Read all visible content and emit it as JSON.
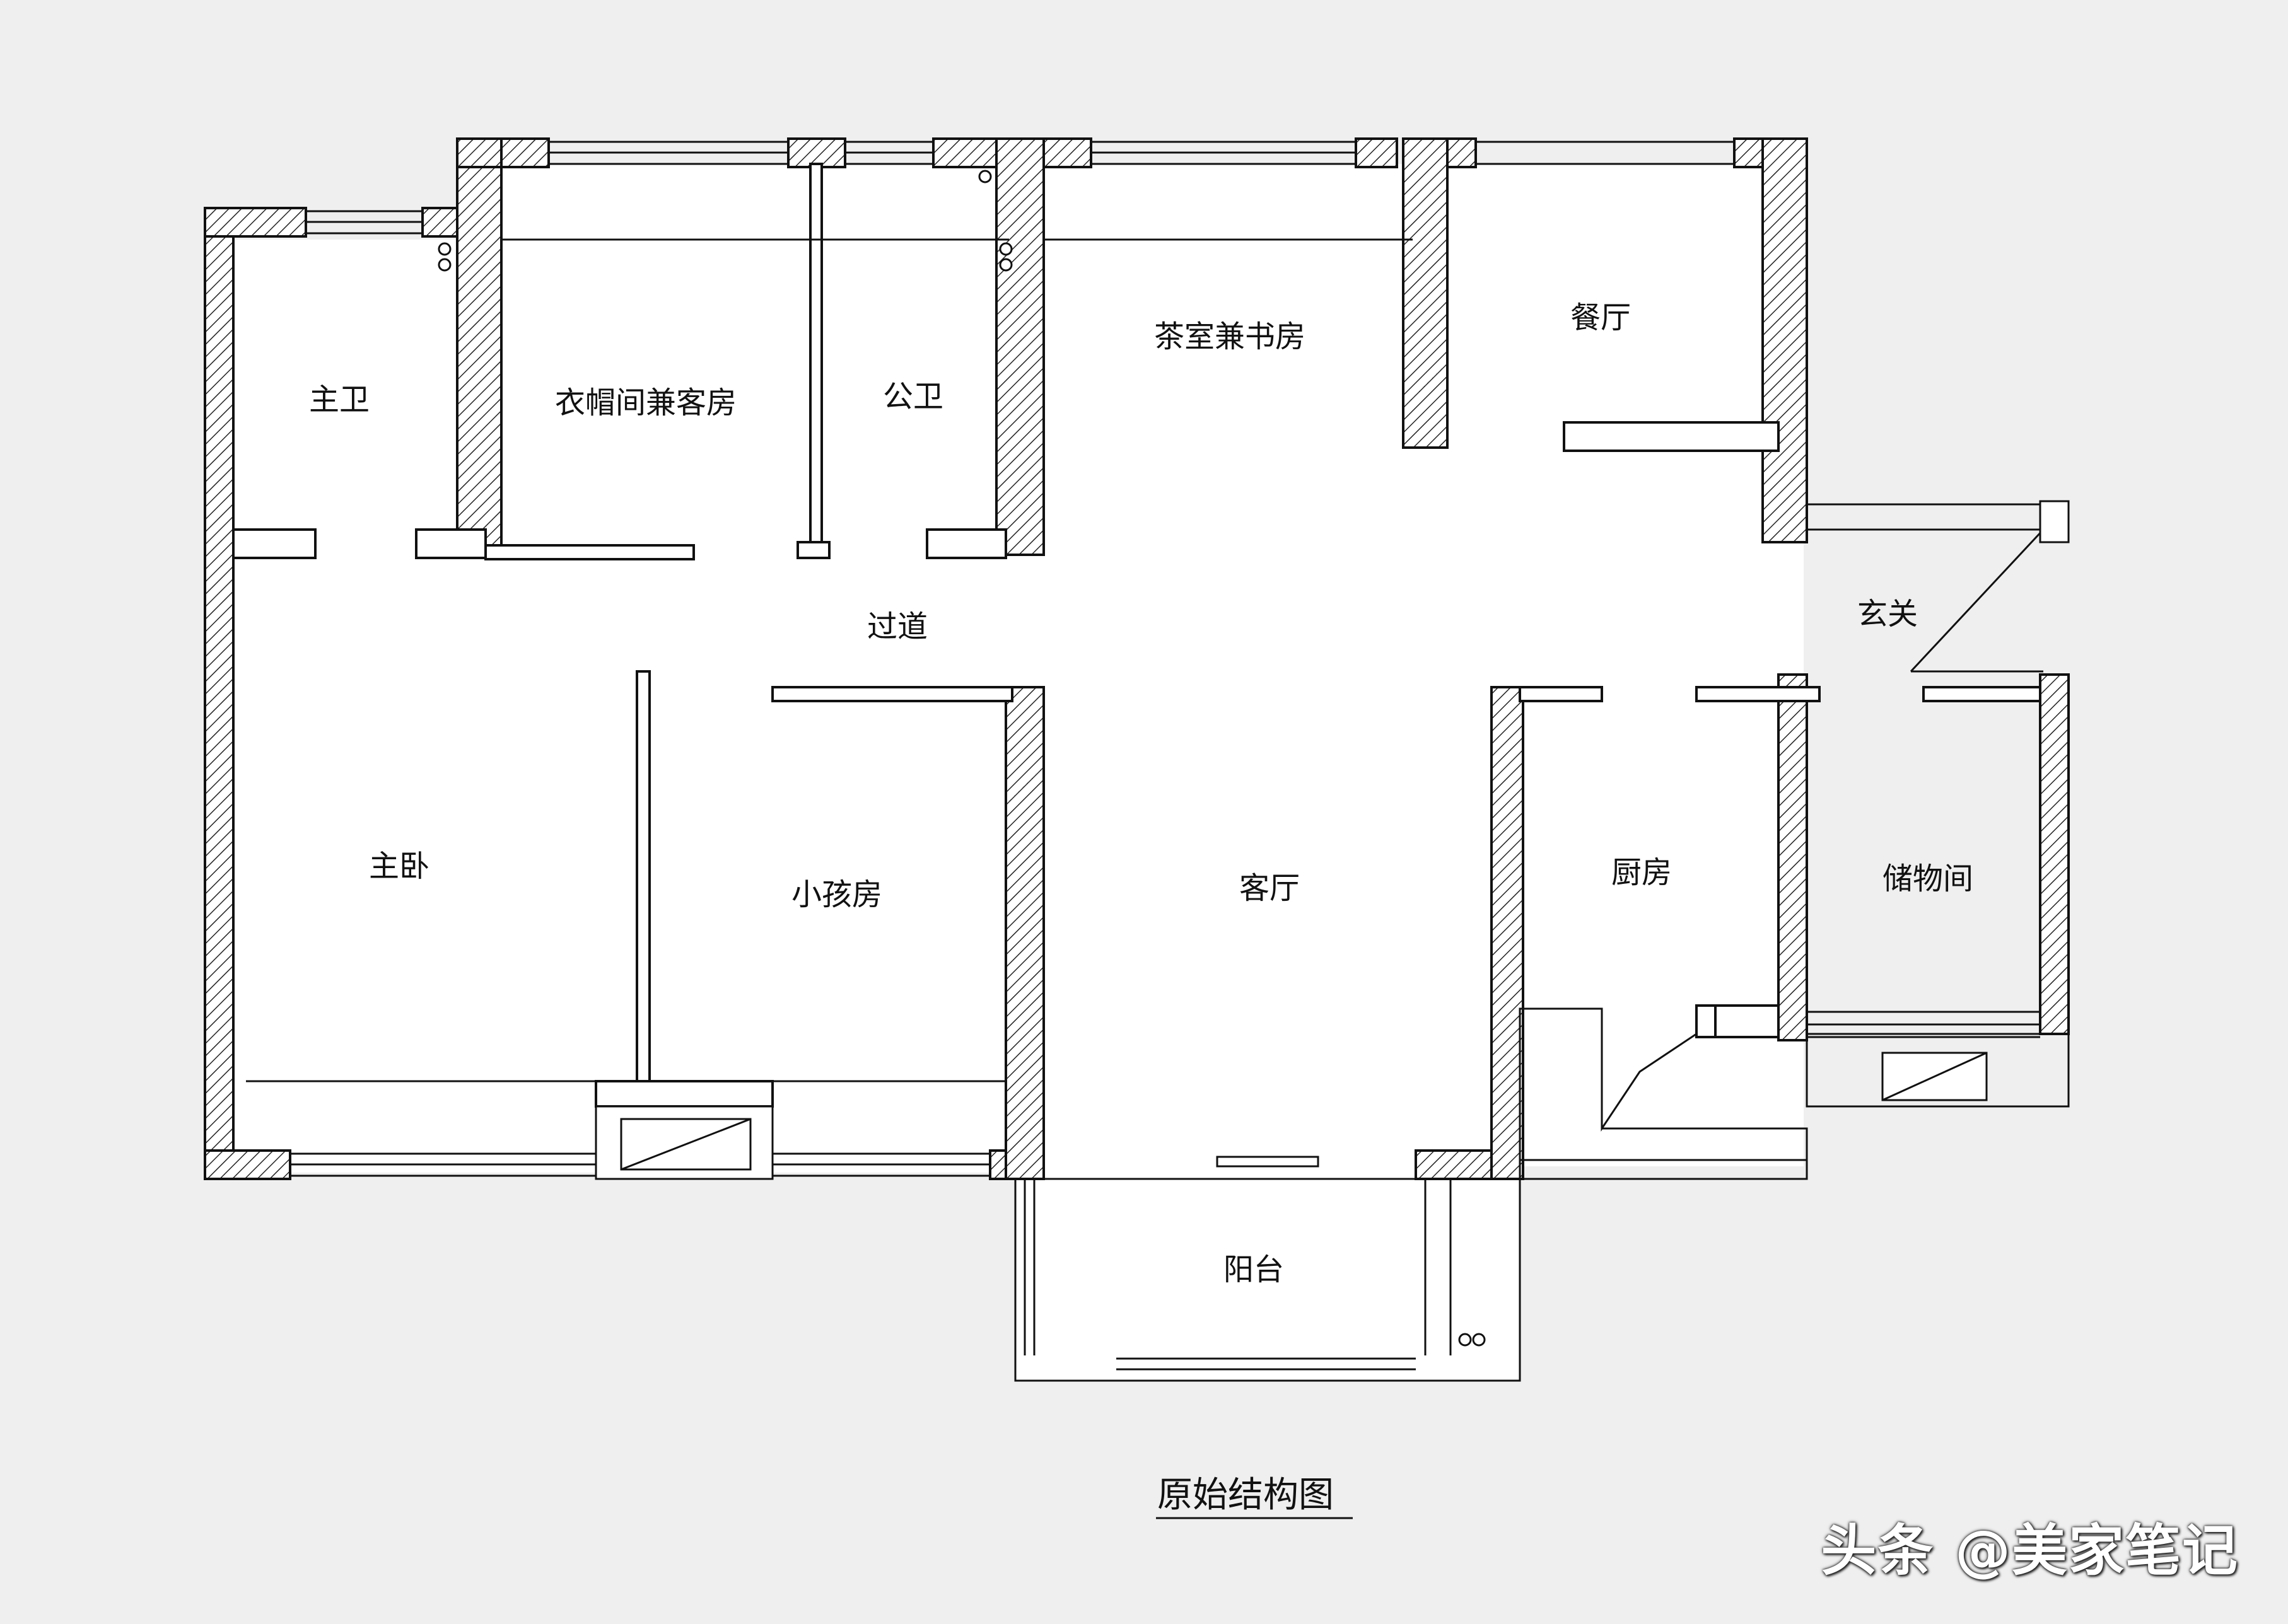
{
  "plan": {
    "caption": "原始结构图",
    "rooms": {
      "master_bath": "主卫",
      "cloakroom_guest": "衣帽间兼客房",
      "public_bath": "公卫",
      "tea_study": "茶室兼书房",
      "dining": "餐厅",
      "corridor": "过道",
      "foyer": "玄关",
      "master_bedroom": "主卧",
      "kids_room": "小孩房",
      "living_room": "客厅",
      "kitchen": "厨房",
      "storage": "储物间",
      "balcony": "阳台"
    }
  },
  "watermark": "头条 @美家笔记",
  "colors": {
    "background": "#efefef",
    "wall_fill": "#ffffff",
    "line": "#111111"
  }
}
